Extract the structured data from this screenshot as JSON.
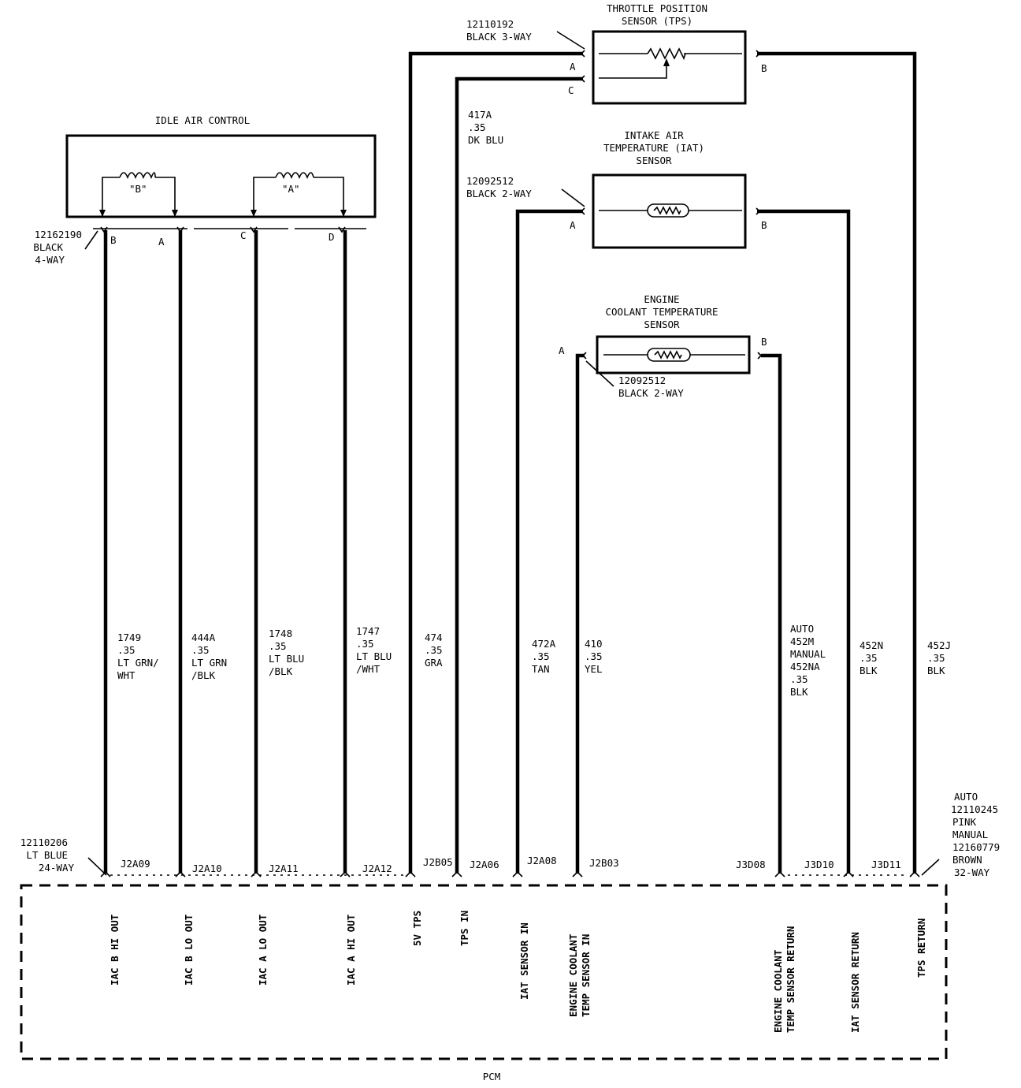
{
  "components": {
    "iac": {
      "title": "IDLE AIR CONTROL",
      "coil_b": "\"B\"",
      "coil_a": "\"A\"",
      "connector": [
        "12162190",
        "BLACK",
        "4-WAY"
      ],
      "pins": [
        "B",
        "A",
        "C",
        "D"
      ]
    },
    "tps": {
      "title": [
        "THROTTLE POSITION",
        "SENSOR (TPS)"
      ],
      "connector": [
        "12110192",
        "BLACK 3-WAY"
      ],
      "pins": [
        "A",
        "C",
        "B"
      ]
    },
    "iat": {
      "title": [
        "INTAKE AIR",
        "TEMPERATURE (IAT)",
        "SENSOR"
      ],
      "connector": [
        "12092512",
        "BLACK 2-WAY"
      ],
      "pins": [
        "A",
        "B"
      ]
    },
    "ect": {
      "title": [
        "ENGINE",
        "COOLANT TEMPERATURE",
        "SENSOR"
      ],
      "connector": [
        "12092512",
        "BLACK 2-WAY"
      ],
      "pins": [
        "A",
        "B"
      ]
    }
  },
  "wires": [
    {
      "label": [
        "1749",
        ".35",
        "LT GRN/",
        "WHT"
      ],
      "pcm_pin": "J2A09",
      "function": "IAC B HI OUT"
    },
    {
      "label": [
        "444A",
        ".35",
        "LT GRN",
        "/BLK"
      ],
      "pcm_pin": "J2A10",
      "function": "IAC B LO OUT"
    },
    {
      "label": [
        "1748",
        ".35",
        "LT BLU",
        "/BLK"
      ],
      "pcm_pin": "J2A11",
      "function": "IAC A LO OUT"
    },
    {
      "label": [
        "1747",
        ".35",
        "LT BLU",
        "/WHT"
      ],
      "pcm_pin": "J2A12",
      "function": "IAC A HI OUT"
    },
    {
      "label": [
        "474",
        ".35",
        "GRA"
      ],
      "pcm_pin": "J2B05",
      "function": "5V TPS"
    },
    {
      "label": [
        "417A",
        ".35",
        "DK BLU"
      ],
      "pcm_pin": "J2A06",
      "function": "TPS IN"
    },
    {
      "label": [
        "472A",
        ".35",
        "TAN"
      ],
      "pcm_pin": "J2A08",
      "function": "IAT SENSOR IN"
    },
    {
      "label": [
        "410",
        ".35",
        "YEL"
      ],
      "pcm_pin": "J2B03",
      "function": [
        "ENGINE COOLANT",
        "TEMP SENSOR IN"
      ]
    },
    {
      "label": [
        "AUTO",
        "452M",
        "MANUAL",
        "452NA",
        ".35",
        "BLK"
      ],
      "pcm_pin": "J3D08",
      "function": [
        "ENGINE COOLANT",
        "TEMP SENSOR RETURN"
      ]
    },
    {
      "label": [
        "452N",
        ".35",
        "BLK"
      ],
      "pcm_pin": "J3D10",
      "function": "IAT SENSOR RETURN"
    },
    {
      "label": [
        "452J",
        ".35",
        "BLK"
      ],
      "pcm_pin": "J3D11",
      "function": "TPS RETURN"
    }
  ],
  "pcm": {
    "name": "PCM",
    "left_connector": [
      "12110206",
      "LT BLUE",
      "24-WAY"
    ],
    "right_connector": [
      "AUTO",
      "12110245",
      "PINK",
      "MANUAL",
      "12160779",
      "BROWN",
      "32-WAY"
    ]
  }
}
